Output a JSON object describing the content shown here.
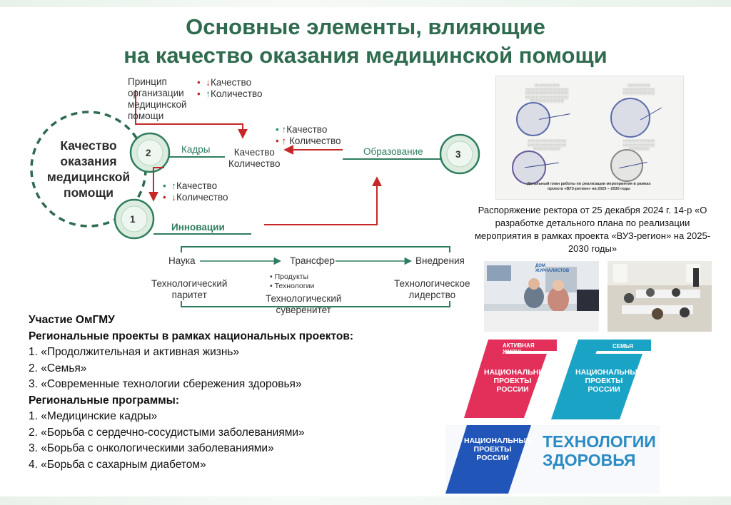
{
  "title": {
    "line1": "Основные элементы, влияющие",
    "line2": "на качество оказания медицинской помощи"
  },
  "diagram": {
    "center_label": [
      "Качество",
      "оказания",
      "медицинской",
      "помощи"
    ],
    "principle": [
      "Принцип",
      "организации",
      "медицинской",
      "помощи"
    ],
    "principle_effects": {
      "down": "Качество",
      "up": "Количество"
    },
    "kadry": "Кадры",
    "node2": "2",
    "node1": "1",
    "node3": "3",
    "quality_qty": [
      "Качество",
      "Количество"
    ],
    "edu_effects": {
      "up": "Качество",
      "up2": "Количество"
    },
    "obrazovanie": "Образование",
    "innov_effects": {
      "up": "Качество",
      "down": "Количество"
    },
    "innovacii": "Инновации",
    "nauka": "Наука",
    "transfer": "Трансфер",
    "vnedreniya": "Внедрения",
    "tech_paritet": [
      "Технологический",
      "паритет"
    ],
    "transfer_items": [
      "Продукты",
      "Технологии"
    ],
    "tech_suverenitet": [
      "Технологический",
      "суверенитет"
    ],
    "tech_liderstvo": [
      "Технологическое",
      "лидерство"
    ]
  },
  "document": {
    "foot": "Детальный план работы по реализации мероприятия в рамках проекта «ВУЗ-регион» на 2025 – 2030 годы"
  },
  "order_caption": "Распоряжение ректора от 25 декабря 2024 г. 14-р «О разработке детального плана по реализации мероприятия в рамках проекта «ВУЗ-регион» на 2025-2030 годы»",
  "photo1_logo": "ДОМ ЖУРНАЛИСТОВ",
  "participation": {
    "heading": "Участие ОмГМУ",
    "regional_projects_heading": "Региональные проекты в рамках национальных проектов:",
    "regional_projects": [
      "1.  «Продолжительная и активная жизнь»",
      "2.  «Семья»",
      "3.  «Современные технологии сбережения здоровья»"
    ],
    "regional_programs_heading": "Региональные программы:",
    "regional_programs": [
      "1.  «Медицинские кадры»",
      "2.  «Борьба с сердечно-сосудистыми заболеваниями»",
      "3.  «Борьба с онкологическими заболеваниями»",
      "4.  «Борьба с сахарным диабетом»"
    ]
  },
  "logos": {
    "np_text": [
      "НАЦИОНАЛЬНЫЕ",
      "ПРОЕКТЫ",
      "РОССИИ"
    ],
    "active_tag": "АКТИВНАЯ ЖИЗНЬ",
    "family_tag": "СЕМЬЯ",
    "tech_text": [
      "ТЕХНОЛОГИИ",
      "ЗДОРОВЬЯ"
    ]
  },
  "colors": {
    "title_green": "#2f6b4f",
    "diagram_green": "#2f7d5e",
    "arrow_red": "#c62828",
    "logo_red": "#e2305a",
    "logo_teal": "#1aa3c4",
    "logo_blue": "#2156b8"
  }
}
